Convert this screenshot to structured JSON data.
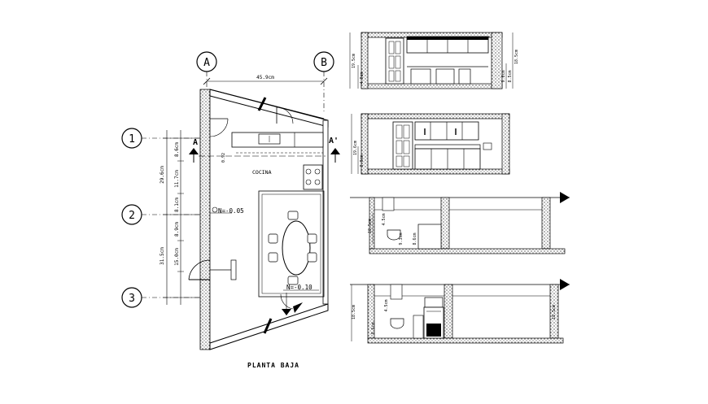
{
  "plan": {
    "title": "PLANTA BAJA",
    "room_label": "COCINA",
    "grid_cols": [
      "A",
      "B"
    ],
    "grid_rows": [
      "1",
      "2",
      "3"
    ],
    "section_marks": [
      "A",
      "A'"
    ],
    "dim_top": "45.9cm",
    "dim_left_upper": "29.6cm",
    "dim_left_lower": "31.5cm",
    "dim_upper_a": "8.6cm",
    "dim_upper_b": "11.7cm",
    "dim_upper_c": "8.1cm",
    "dim_lower_a": "8.9cm",
    "dim_lower_b": "15.0cm",
    "dim_door": "0.92",
    "level_1": "N=-0.05",
    "level_2": "N=-0.10"
  },
  "elevations": {
    "e1": {
      "dim_total": "19.5cm",
      "dim_part": "4.0cm",
      "dim_right_total": "18.5cm",
      "dim_right_a": "8.5cm",
      "dim_right_b": "9.0cm"
    },
    "e2": {
      "dim_total": "19.6cm",
      "dim_part": "8.0cm"
    },
    "e3": {
      "dim_total": "18.5cm",
      "dim_a": "4.5cm",
      "dim_b": "9.3cm",
      "dim_c": "8.6cm"
    },
    "e4": {
      "dim_total": "18.5cm",
      "dim_a": "4.5cm",
      "dim_b": "8.6cm",
      "dim_right": "18.5cm"
    }
  }
}
